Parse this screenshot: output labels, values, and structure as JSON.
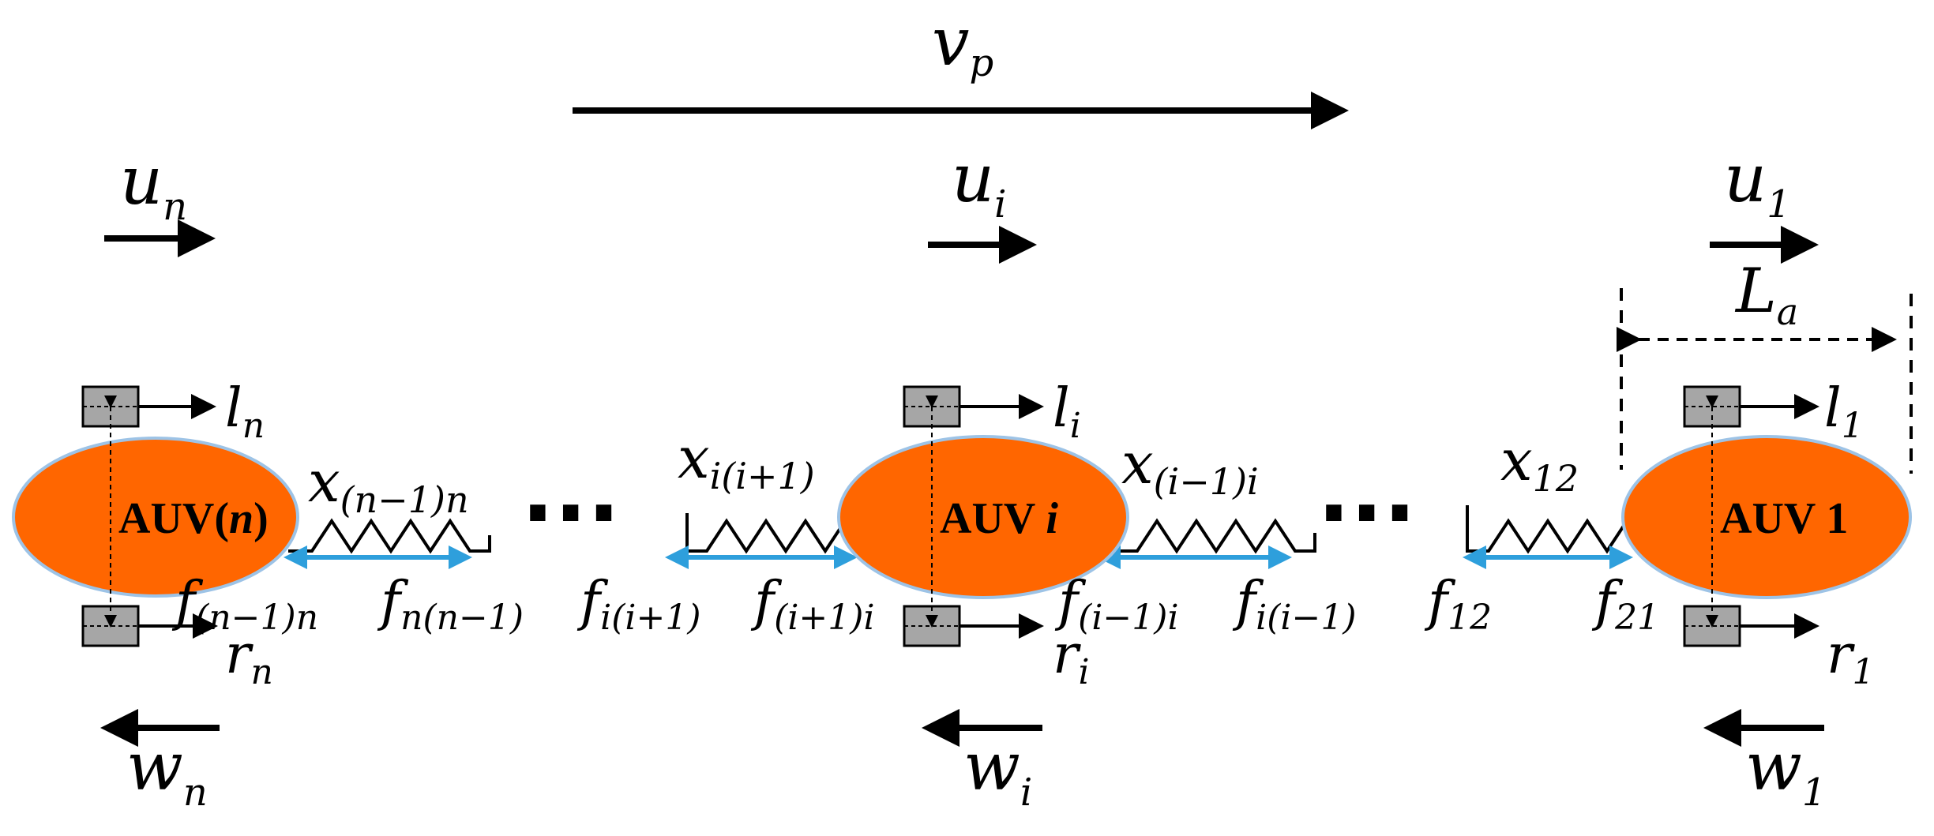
{
  "platoon_velocity": {
    "base": "v",
    "sub": "p"
  },
  "auvs": [
    {
      "key": "n",
      "name_prefix": "AUV(",
      "name_index": "n",
      "name_suffix": ")",
      "name_index_italic": true,
      "surge": {
        "base": "u",
        "sub": "n"
      },
      "heave": {
        "base": "w",
        "sub": "n"
      },
      "left_thruster": {
        "base": "l",
        "sub": "n"
      },
      "right_thruster": {
        "base": "r",
        "sub": "n"
      }
    },
    {
      "key": "i",
      "name_prefix": "AUV ",
      "name_index": "i",
      "name_suffix": "",
      "name_index_italic": true,
      "surge": {
        "base": "u",
        "sub": "i"
      },
      "heave": {
        "base": "w",
        "sub": "i"
      },
      "left_thruster": {
        "base": "l",
        "sub": "i"
      },
      "right_thruster": {
        "base": "r",
        "sub": "i"
      }
    },
    {
      "key": "1",
      "name_prefix": "AUV ",
      "name_index": "1",
      "name_suffix": "",
      "name_index_italic": false,
      "surge": {
        "base": "u",
        "sub": "1"
      },
      "heave": {
        "base": "w",
        "sub": "1"
      },
      "left_thruster": {
        "base": "l",
        "sub": "1"
      },
      "right_thruster": {
        "base": "r",
        "sub": "1"
      }
    }
  ],
  "springs": [
    {
      "label": {
        "base": "x",
        "sub": "(n−1)n"
      }
    },
    {
      "label": {
        "base": "x",
        "sub": "i(i+1)"
      }
    },
    {
      "label": {
        "base": "x",
        "sub": "(i−1)i"
      }
    },
    {
      "label": {
        "base": "x",
        "sub": "12"
      }
    }
  ],
  "forces": [
    {
      "base": "f",
      "sub": "(n−1)n"
    },
    {
      "base": "f",
      "sub": "n(n−1)"
    },
    {
      "base": "f",
      "sub": "i(i+1)"
    },
    {
      "base": "f",
      "sub": "(i+1)i"
    },
    {
      "base": "f",
      "sub": "(i−1)i"
    },
    {
      "base": "f",
      "sub": "i(i−1)"
    },
    {
      "base": "f",
      "sub": "12"
    },
    {
      "base": "f",
      "sub": "21"
    }
  ],
  "auv_length": {
    "base": "L",
    "sub": "a"
  },
  "ellipsis": "···",
  "colors": {
    "auv_fill": "#ff6600",
    "auv_stroke": "#9dc3e6",
    "force_arrow": "#2e9fdc",
    "thruster_fill": "#a6a6a6",
    "ink": "#000000"
  }
}
